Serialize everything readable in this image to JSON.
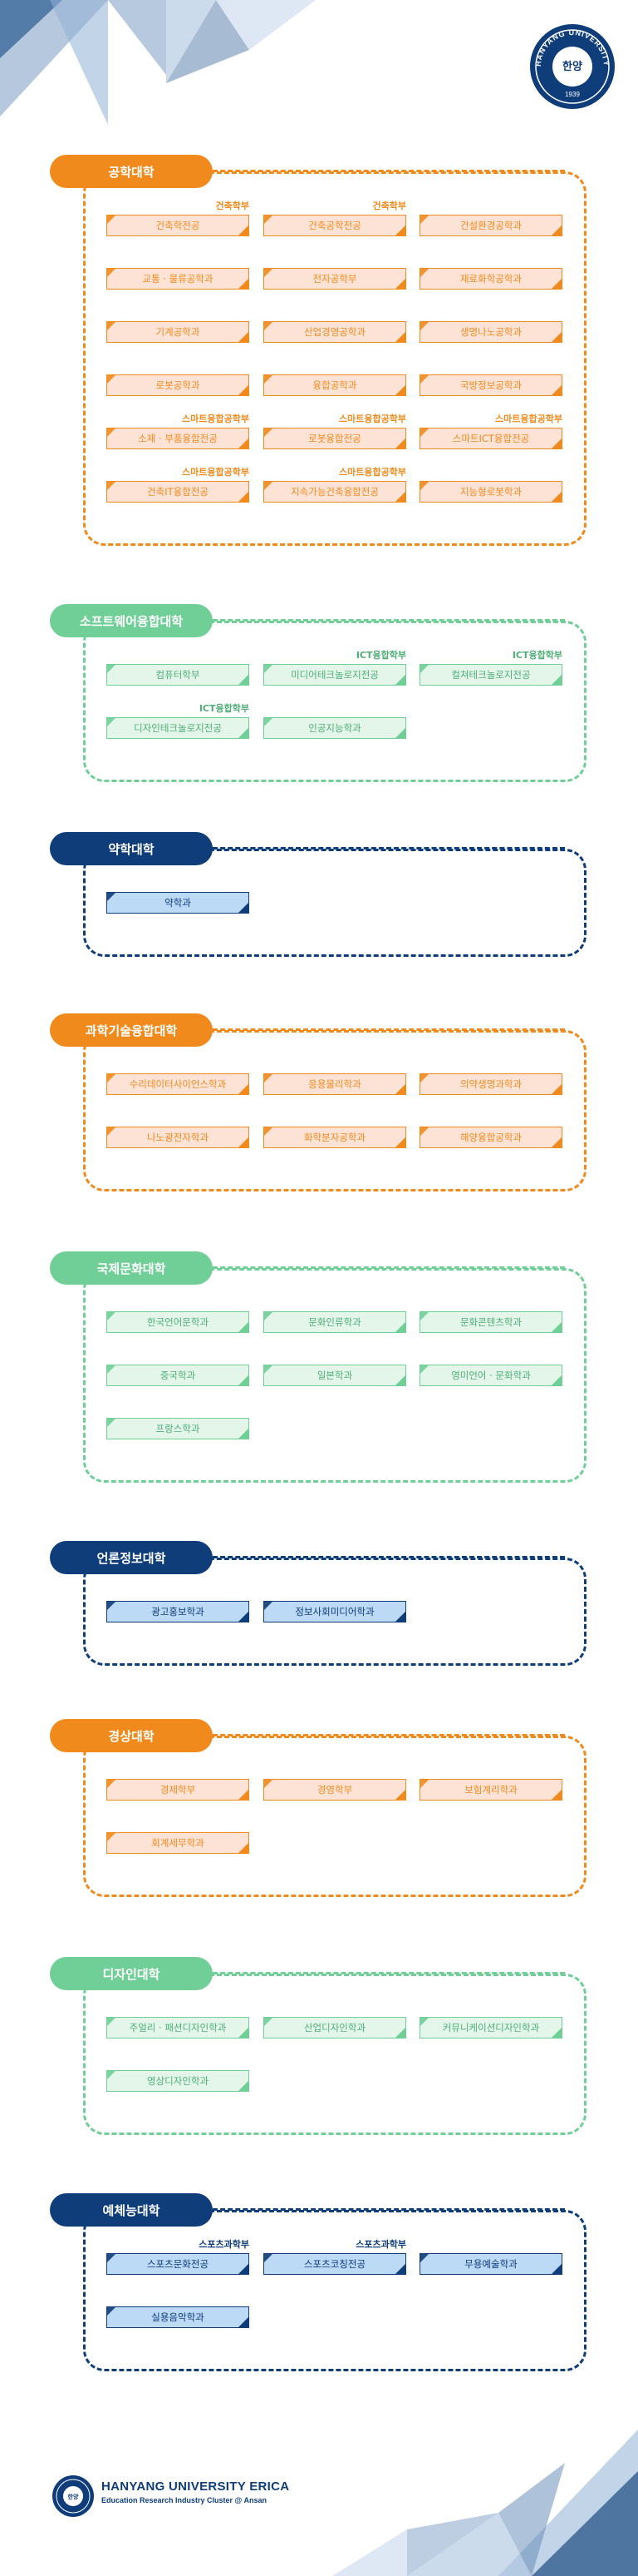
{
  "colors": {
    "orange": "#f08a1c",
    "orange_fill": "#fde3d6",
    "green": "#6fcf97",
    "green_fill": "#e3f6e9",
    "green_text": "#4fae78",
    "navy": "#0e3d7a",
    "navy_fill": "#bcd9f5"
  },
  "seal": {
    "top_text": "HANYANG UNIVERSITY",
    "center_text": "한양",
    "year": "1939",
    "icon": "university-seal-icon"
  },
  "colleges": [
    {
      "name": "공학대학",
      "theme": "orange",
      "departments": [
        {
          "sub": "건축학부",
          "label": "건축학전공"
        },
        {
          "sub": "건축학부",
          "label": "건축공학전공"
        },
        {
          "sub": "",
          "label": "건설환경공학과"
        },
        {
          "sub": "",
          "label": "교통 · 물류공학과"
        },
        {
          "sub": "",
          "label": "전자공학부"
        },
        {
          "sub": "",
          "label": "재료화학공학과"
        },
        {
          "sub": "",
          "label": "기계공학과"
        },
        {
          "sub": "",
          "label": "산업경영공학과"
        },
        {
          "sub": "",
          "label": "생명나노공학과"
        },
        {
          "sub": "",
          "label": "로봇공학과"
        },
        {
          "sub": "",
          "label": "융합공학과"
        },
        {
          "sub": "",
          "label": "국방정보공학과"
        },
        {
          "sub": "스마트융합공학부",
          "label": "소재 · 부품융합전공"
        },
        {
          "sub": "스마트융합공학부",
          "label": "로봇융합전공"
        },
        {
          "sub": "스마트융합공학부",
          "label": "스마트ICT융합전공"
        },
        {
          "sub": "스마트융합공학부",
          "label": "건축IT융합전공"
        },
        {
          "sub": "스마트융합공학부",
          "label": "지속가능건축융합전공"
        },
        {
          "sub": "",
          "label": "지능형로봇학과"
        }
      ]
    },
    {
      "name": "소프트웨어융합대학",
      "theme": "green",
      "departments": [
        {
          "sub": "",
          "label": "컴퓨터학부"
        },
        {
          "sub": "ICT융합학부",
          "label": "미디어테크놀로지전공"
        },
        {
          "sub": "ICT융합학부",
          "label": "컬쳐테크놀로지전공"
        },
        {
          "sub": "ICT융합학부",
          "label": "디자인테크놀로지전공"
        },
        {
          "sub": "",
          "label": "인공지능학과"
        }
      ]
    },
    {
      "name": "약학대학",
      "theme": "navy",
      "departments": [
        {
          "sub": "",
          "label": "약학과"
        }
      ]
    },
    {
      "name": "과학기술융합대학",
      "theme": "orange",
      "departments": [
        {
          "sub": "",
          "label": "수리데이터사이언스학과"
        },
        {
          "sub": "",
          "label": "응용물리학과"
        },
        {
          "sub": "",
          "label": "의약생명과학과"
        },
        {
          "sub": "",
          "label": "나노광전자학과"
        },
        {
          "sub": "",
          "label": "화학분자공학과"
        },
        {
          "sub": "",
          "label": "해양융합공학과"
        }
      ]
    },
    {
      "name": "국제문화대학",
      "theme": "green",
      "departments": [
        {
          "sub": "",
          "label": "한국언어문학과"
        },
        {
          "sub": "",
          "label": "문화인류학과"
        },
        {
          "sub": "",
          "label": "문화콘텐츠학과"
        },
        {
          "sub": "",
          "label": "중국학과"
        },
        {
          "sub": "",
          "label": "일본학과"
        },
        {
          "sub": "",
          "label": "영미언어 · 문화학과"
        },
        {
          "sub": "",
          "label": "프랑스학과"
        }
      ]
    },
    {
      "name": "언론정보대학",
      "theme": "navy",
      "departments": [
        {
          "sub": "",
          "label": "광고홍보학과"
        },
        {
          "sub": "",
          "label": "정보사회미디어학과"
        }
      ]
    },
    {
      "name": "경상대학",
      "theme": "orange",
      "departments": [
        {
          "sub": "",
          "label": "경제학부"
        },
        {
          "sub": "",
          "label": "경영학부"
        },
        {
          "sub": "",
          "label": "보험계리학과"
        },
        {
          "sub": "",
          "label": "회계세무학과"
        }
      ]
    },
    {
      "name": "디자인대학",
      "theme": "green",
      "departments": [
        {
          "sub": "",
          "label": "주얼리 · 패션디자인학과"
        },
        {
          "sub": "",
          "label": "산업디자인학과"
        },
        {
          "sub": "",
          "label": "커뮤니케이션디자인학과"
        },
        {
          "sub": "",
          "label": "영상디자인학과"
        }
      ]
    },
    {
      "name": "예체능대학",
      "theme": "navy",
      "departments": [
        {
          "sub": "스포츠과학부",
          "label": "스포츠문화전공"
        },
        {
          "sub": "스포츠과학부",
          "label": "스포츠코칭전공"
        },
        {
          "sub": "",
          "label": "무용예술학과"
        },
        {
          "sub": "",
          "label": "실용음악학과"
        }
      ]
    }
  ],
  "footer": {
    "logo_text": "한양",
    "title": "HANYANG UNIVERSITY ERICA",
    "subtitle": "Education Research Industry Cluster @ Ansan"
  }
}
